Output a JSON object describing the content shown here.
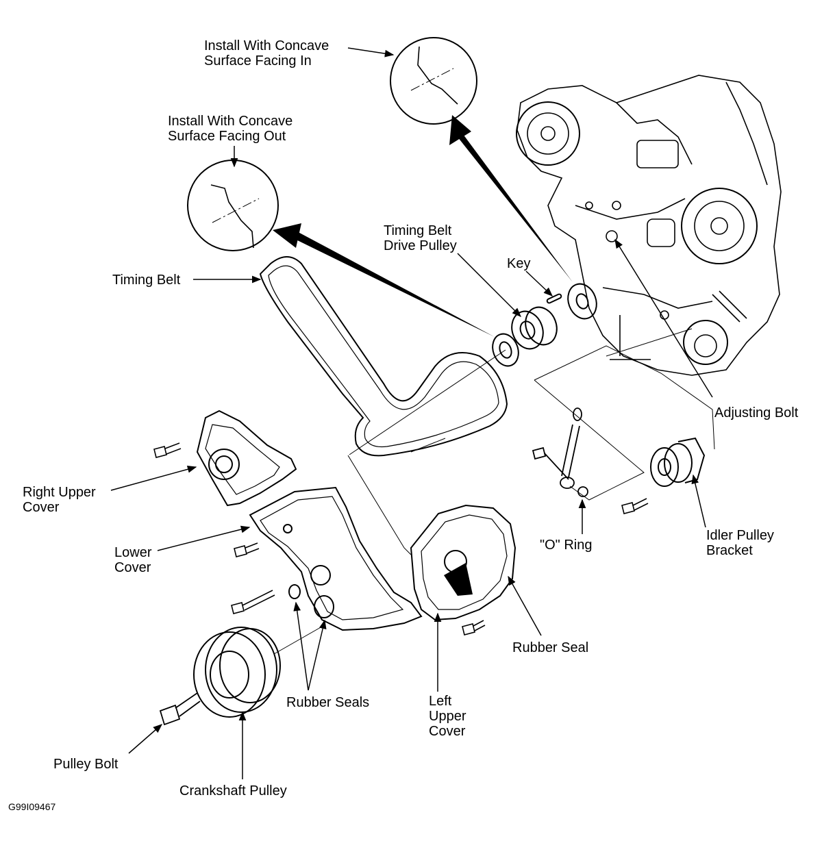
{
  "labels": {
    "concave_in_line1": "Install With Concave",
    "concave_in_line2": "Surface Facing In",
    "concave_out_line1": "Install With Concave",
    "concave_out_line2": "Surface Facing Out",
    "drive_pulley_line1": "Timing Belt",
    "drive_pulley_line2": "Drive Pulley",
    "key": "Key",
    "timing_belt": "Timing Belt",
    "adjusting_bolt": "Adjusting Bolt",
    "right_upper_cover_line1": "Right Upper",
    "right_upper_cover_line2": "Cover",
    "lower_cover_line1": "Lower",
    "lower_cover_line2": "Cover",
    "o_ring": "\"O\" Ring",
    "idler_line1": "Idler Pulley",
    "idler_line2": "Bracket",
    "rubber_seal": "Rubber Seal",
    "rubber_seals": "Rubber Seals",
    "left_upper_line1": "Left",
    "left_upper_line2": "Upper",
    "left_upper_line3": "Cover",
    "pulley_bolt": "Pulley Bolt",
    "crankshaft_pulley": "Crankshaft Pulley",
    "figure_code": "G99I09467"
  }
}
